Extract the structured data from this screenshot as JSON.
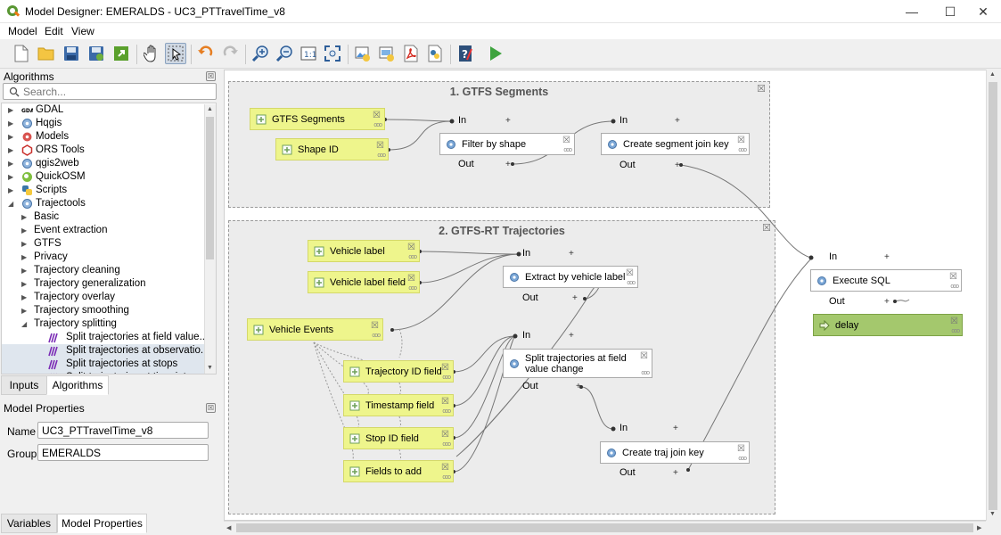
{
  "window": {
    "title": "Model Designer: EMERALDS - UC3_PTTravelTime_v8"
  },
  "menu": {
    "items": [
      "Model",
      "Edit",
      "View"
    ]
  },
  "toolbar": {
    "icons": [
      "new-model-icon",
      "open-model-icon",
      "save-model-icon",
      "save-as-icon",
      "save-to-project-icon",
      "pan-icon",
      "select-icon",
      "undo-icon",
      "redo-icon",
      "zoom-in-icon",
      "zoom-out-icon",
      "zoom-actual-icon",
      "zoom-full-icon",
      "export-image-icon",
      "export-svg-icon",
      "export-pdf-icon",
      "export-python-icon",
      "edit-help-icon",
      "run-model-icon"
    ]
  },
  "algorithms": {
    "title": "Algorithms",
    "search_placeholder": "Search...",
    "tree": [
      {
        "label": "GDAL",
        "level": 0,
        "expanded": false,
        "icon": "gdal-icon"
      },
      {
        "label": "Hqgis",
        "level": 0,
        "expanded": false,
        "icon": "gear-icon"
      },
      {
        "label": "Models",
        "level": 0,
        "expanded": false,
        "icon": "models-icon"
      },
      {
        "label": "ORS Tools",
        "level": 0,
        "expanded": false,
        "icon": "ors-icon"
      },
      {
        "label": "qgis2web",
        "level": 0,
        "expanded": false,
        "icon": "gear-icon"
      },
      {
        "label": "QuickOSM",
        "level": 0,
        "expanded": false,
        "icon": "quickosm-icon"
      },
      {
        "label": "Scripts",
        "level": 0,
        "expanded": false,
        "icon": "python-icon"
      },
      {
        "label": "Trajectools",
        "level": 0,
        "expanded": true,
        "icon": "gear-icon"
      },
      {
        "label": "Basic",
        "level": 1,
        "expanded": false
      },
      {
        "label": "Event extraction",
        "level": 1,
        "expanded": false
      },
      {
        "label": "GTFS",
        "level": 1,
        "expanded": false
      },
      {
        "label": "Privacy",
        "level": 1,
        "expanded": false
      },
      {
        "label": "Trajectory cleaning",
        "level": 1,
        "expanded": false
      },
      {
        "label": "Trajectory generalization",
        "level": 1,
        "expanded": false
      },
      {
        "label": "Trajectory overlay",
        "level": 1,
        "expanded": false
      },
      {
        "label": "Trajectory smoothing",
        "level": 1,
        "expanded": false
      },
      {
        "label": "Trajectory splitting",
        "level": 1,
        "expanded": true
      },
      {
        "label": "Split trajectories at field value...",
        "level": 2,
        "icon": "traj-split-icon"
      },
      {
        "label": "Split trajectories at observatio...",
        "level": 2,
        "icon": "traj-split-icon"
      },
      {
        "label": "Split trajectories at stops",
        "level": 2,
        "icon": "traj-split-icon"
      },
      {
        "label": "Split trajectories at time interv...",
        "level": 2,
        "icon": "traj-split-icon"
      }
    ]
  },
  "tabs_top": [
    "Inputs",
    "Algorithms"
  ],
  "model_properties": {
    "title": "Model Properties",
    "name_label": "Name",
    "name_value": "UC3_PTTravelTime_v8",
    "group_label": "Group",
    "group_value": "EMERALDS"
  },
  "tabs_bottom": [
    "Variables",
    "Model Properties"
  ],
  "canvas": {
    "groups": [
      {
        "title": "1. GTFS Segments"
      },
      {
        "title": "2. GTFS-RT Trajectories"
      }
    ],
    "inputs": [
      "GTFS Segments",
      "Shape ID",
      "Vehicle label",
      "Vehicle label field",
      "Vehicle Events",
      "Trajectory ID field",
      "Timestamp field",
      "Stop ID field",
      "Fields to add"
    ],
    "algorithms": [
      "Filter by shape",
      "Create segment join key",
      "Extract by vehicle label",
      "Split trajectories at field value change",
      "Create traj join key",
      "Execute SQL"
    ],
    "outputs": [
      "delay"
    ],
    "port_in": "In",
    "port_out": "Out"
  }
}
